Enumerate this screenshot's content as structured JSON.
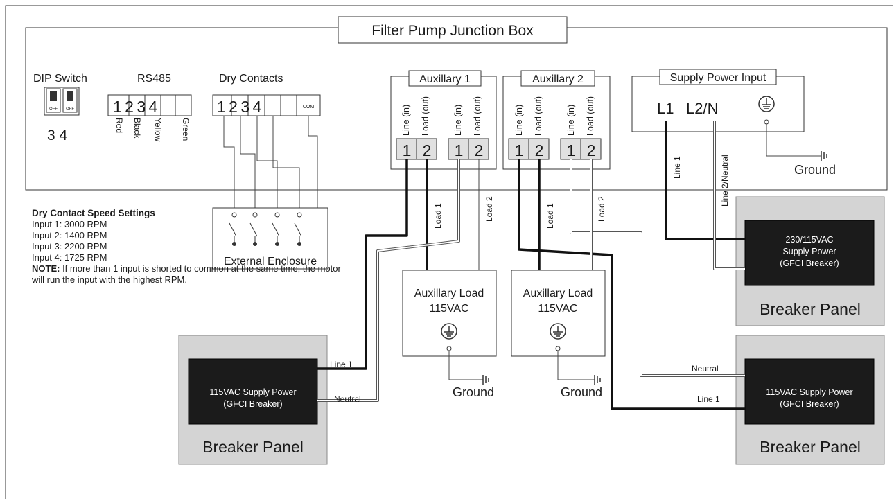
{
  "title": "Filter Pump Junction Box",
  "dip_switch": {
    "label": "DIP Switch",
    "off": "OFF",
    "numbers": "3 4"
  },
  "rs485": {
    "label": "RS485",
    "terminals": "1 2 3 4",
    "colors": [
      "Red",
      "Black",
      "Yellow",
      "Green"
    ]
  },
  "dry_contacts": {
    "label": "Dry Contacts",
    "terminals": "1 2 3 4",
    "com": "COM",
    "enclosure": "External Enclosure"
  },
  "aux1": {
    "label": "Auxillary 1",
    "t1": "1",
    "t2": "2",
    "line_in": "Line (in)",
    "load_out": "Load (out)"
  },
  "aux2": {
    "label": "Auxillary 2",
    "t1": "1",
    "t2": "2",
    "line_in": "Line (in)",
    "load_out": "Load (out)"
  },
  "supply": {
    "label": "Supply Power Input",
    "l1": "L1",
    "l2n": "L2/N"
  },
  "wire_labels": {
    "line1": "Line 1",
    "line2_neutral": "Line 2/Neutral",
    "load1": "Load 1",
    "load2": "Load 2",
    "neutral": "Neutral",
    "ground": "Ground"
  },
  "aux_load": {
    "line1": "Auxillary Load",
    "line2": "115VAC"
  },
  "breaker_panel": "Breaker Panel",
  "main_supply": {
    "line1": "230/115VAC",
    "line2": "Supply Power",
    "line3": "(GFCI Breaker)"
  },
  "supply_115": {
    "line1": "115VAC Supply Power",
    "line2": "(GFCI Breaker)"
  },
  "notes": {
    "title": "Dry Contact Speed Settings",
    "inputs": [
      "Input 1: 3000 RPM",
      "Input 2: 1400 RPM",
      "Input 3: 2200 RPM",
      "Input 4: 1725 RPM"
    ],
    "note_label": "NOTE:",
    "note_text": " If more than 1 input is shorted to common at the same time; the motor will run the input with the highest RPM."
  }
}
